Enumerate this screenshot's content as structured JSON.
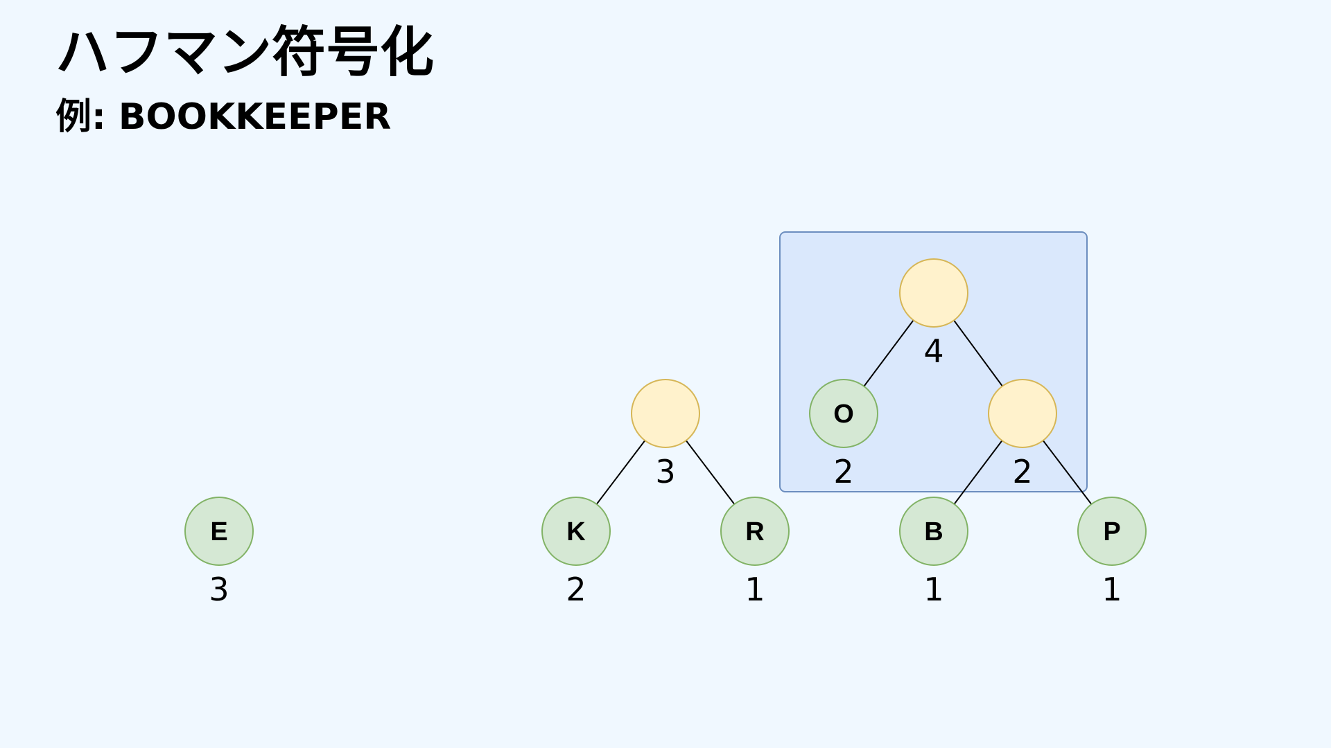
{
  "title": "ハフマン符号化",
  "subtitle": "例: BOOKKEEPER",
  "colors": {
    "background": "#f0f8ff",
    "leaf_fill": "#d5e8d4",
    "leaf_stroke": "#82b366",
    "internal_fill": "#fff2cc",
    "internal_stroke": "#d6b656",
    "highlight_fill": "#dae8fc",
    "highlight_stroke": "#6c8ebf",
    "edge": "#000000"
  },
  "nodes": [
    {
      "id": "E",
      "type": "leaf",
      "label": "E",
      "count": "3"
    },
    {
      "id": "K",
      "type": "leaf",
      "label": "K",
      "count": "2"
    },
    {
      "id": "R",
      "type": "leaf",
      "label": "R",
      "count": "1"
    },
    {
      "id": "KR",
      "type": "internal",
      "label": "",
      "count": "3"
    },
    {
      "id": "O",
      "type": "leaf",
      "label": "O",
      "count": "2"
    },
    {
      "id": "B",
      "type": "leaf",
      "label": "B",
      "count": "1"
    },
    {
      "id": "P",
      "type": "leaf",
      "label": "P",
      "count": "1"
    },
    {
      "id": "BP",
      "type": "internal",
      "label": "",
      "count": "2"
    },
    {
      "id": "OBP",
      "type": "internal",
      "label": "",
      "count": "4"
    }
  ],
  "edges": [
    {
      "from": "KR",
      "to": "K"
    },
    {
      "from": "KR",
      "to": "R"
    },
    {
      "from": "OBP",
      "to": "O"
    },
    {
      "from": "OBP",
      "to": "BP"
    },
    {
      "from": "BP",
      "to": "B"
    },
    {
      "from": "BP",
      "to": "P"
    }
  ],
  "highlight": {
    "contains": [
      "OBP",
      "O",
      "BP"
    ]
  }
}
